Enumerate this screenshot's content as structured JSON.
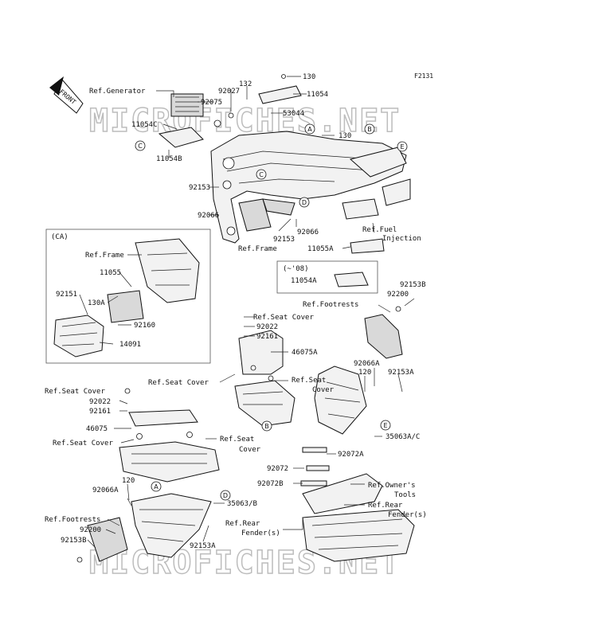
{
  "figure_code": "F2131",
  "front_label": "FRONT",
  "watermark": "MICROFICHES.NET",
  "inset_ca_label": "(CA)",
  "inset_08_label": "(~'08)",
  "labels": {
    "ref_generator": "Ref.Generator",
    "p130_top": "130",
    "p11054_top": "11054",
    "p132": "132",
    "p92027": "92027",
    "p92075": "92075",
    "p53044": "53044",
    "p11054c": "11054C",
    "p130_mid": "130",
    "p11054b": "11054B",
    "p92153_left": "92153",
    "p92066_left": "92066",
    "p92066_mid": "92066",
    "p92153_mid": "92153",
    "ref_frame_main": "Ref.Frame",
    "ref_fuel_1": "Ref.Fuel",
    "ref_fuel_2": "Injection",
    "p11055a": "11055A",
    "p11054a": "11054A",
    "ref_frame_ca": "Ref.Frame",
    "p11055": "11055",
    "p92151": "92151",
    "p130a": "130A",
    "p92160": "92160",
    "p14091": "14091",
    "p92153b_r": "92153B",
    "p92200_r": "92200",
    "ref_footrests_r": "Ref.Footrests",
    "ref_seat_cover_1": "Ref.Seat Cover",
    "p92022_r": "92022",
    "p92161_r": "92161",
    "p46075a": "46075A",
    "ref_seat_cover_2": "Ref.Seat Cover",
    "ref_seat_1": "Ref.Seat",
    "cover_1": "Cover",
    "p92066a_r": "92066A",
    "p120_r": "120",
    "p92153a_r": "92153A",
    "ref_seat_cover_3": "Ref.Seat Cover",
    "p92022_l": "92022",
    "p92161_l": "92161",
    "p46075": "46075",
    "ref_seat_cover_4": "Ref.Seat Cover",
    "ref_seat_2": "Ref.Seat",
    "cover_2": "Cover",
    "p35063ac": "35063A/C",
    "p92072": "92072",
    "p92072a": "92072A",
    "p92072b": "92072B",
    "ref_owners_1": "Ref.Owner's",
    "ref_owners_2": "Tools",
    "ref_rear_fender_1": "Ref.Rear",
    "ref_rear_fender_2": "Fender(s)",
    "ref_rear_fender_3": "Ref.Rear",
    "ref_rear_fender_4": "Fender(s)",
    "p120_l": "120",
    "p92066a_l": "92066A",
    "p35063b": "35063/B",
    "ref_footrests_l": "Ref.Footrests",
    "p92200_l": "92200",
    "p92153b_l": "92153B",
    "p92153a_l": "92153A"
  },
  "callouts": [
    "A",
    "B",
    "C",
    "D",
    "E"
  ]
}
